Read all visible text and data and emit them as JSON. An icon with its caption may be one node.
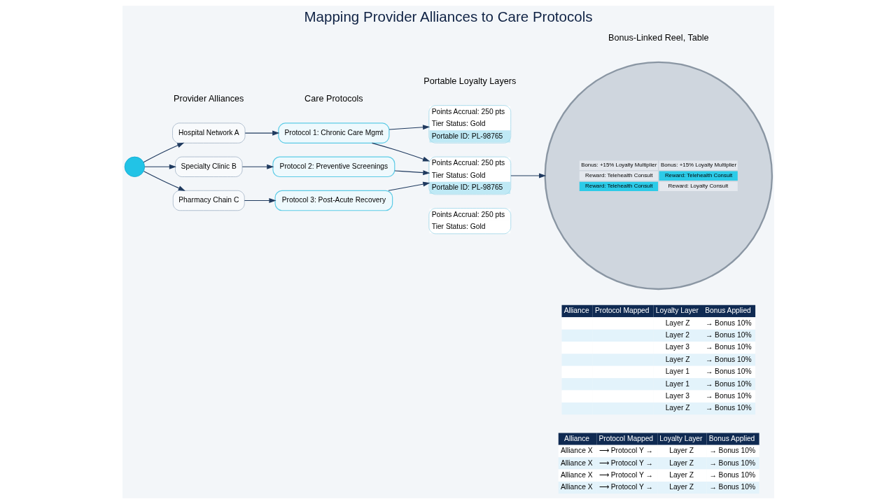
{
  "diagram": {
    "title": "Mapping Provider Alliances to Care Protocols",
    "nodes": [
      {
        "text": [],
        "shape": "circle"
      },
      {
        "text": [
          "Hospital Network A"
        ]
      },
      {
        "text": [
          "Specialty Clinic B"
        ]
      },
      {
        "text": [
          "Pharmacy Chain C"
        ]
      },
      {
        "text": [
          "Protocol 1: Chronic Care Mgmt"
        ]
      },
      {
        "text": [
          "Protocol 2: Preventive Screenings"
        ]
      },
      {
        "text": [
          "Protocol 3: Post-Acute Recovery"
        ]
      },
      {
        "text": [
          "Points Accrual: 250 pts",
          "Tier Status: Gold",
          "Portable ID: PL-98765"
        ]
      },
      {
        "text": [
          "Points Accrual: 250 pts",
          "Tier Status: Gold",
          "Portable ID: PL-98765"
        ]
      },
      {
        "text": [
          "Points Accrual: 250 pts",
          "Tier Status: Gold"
        ]
      },
      {
        "text": [
          "Bonus: +15% Loyalty Multiplier",
          "Bonus: +15% Loyalty Multiplier",
          "Reward: Telehealth Consult",
          "Reward: Telehealth Consult",
          "Reward: Telehealth Consult",
          "Reward: Loyalty Consult"
        ]
      }
    ],
    "edges": [
      {
        "from": 0,
        "to": 1,
        "arrow": "to"
      },
      {
        "from": 0,
        "to": 2,
        "arrow": "to"
      },
      {
        "from": 0,
        "to": 3,
        "arrow": "to"
      },
      {
        "from": 1,
        "to": 4,
        "arrow": "to"
      },
      {
        "from": 2,
        "to": 5,
        "arrow": "to"
      },
      {
        "from": 3,
        "to": 6,
        "arrow": "to"
      },
      {
        "from": 4,
        "to": 7,
        "arrow": "to"
      },
      {
        "from": 4,
        "to": 8,
        "arrow": "to"
      },
      {
        "from": 5,
        "to": 8,
        "arrow": "to"
      },
      {
        "from": 6,
        "to": 8,
        "arrow": "to"
      },
      {
        "from": 8,
        "to": 10,
        "arrow": "to"
      }
    ],
    "labels": [
      "Provider Alliances",
      "Care Protocols",
      "Portable Loyalty Layers",
      "Bonus-Linked Reel, Table",
      "Alliance",
      "Protocol Mapped",
      "Loyalty Layer",
      "Bonus Applied",
      "Layer Z",
      "→ Bonus 10%",
      "Layer 2",
      "→ Bonus 10%",
      "Layer 3",
      "→ Bonus 10%",
      "Layer Z",
      "→ Bonus 10%",
      "Layer 1",
      "→ Bonus 10%",
      "Layer 1",
      "→ Bonus 10%",
      "Layer 3",
      "→ Bonus 10%",
      "Layer Z",
      "→ Bonus 10%",
      "Alliance",
      "Protocol Mapped",
      "Loyalty Layer",
      "Bonus Applied",
      "Alliance X",
      "⟶ Protocol Y →",
      "Layer Z",
      "→ Bonus 10%",
      "Alliance X",
      "⟶ Protocol Y →",
      "Layer Z",
      "→ Bonus 10%",
      "Alliance X",
      "⟶ Protocol Y →",
      "Layer Z",
      "→ Bonus 10%",
      "Alliance X",
      "⟶ Protocol Y →",
      "Layer Z",
      "→ Bonus 10%"
    ]
  }
}
